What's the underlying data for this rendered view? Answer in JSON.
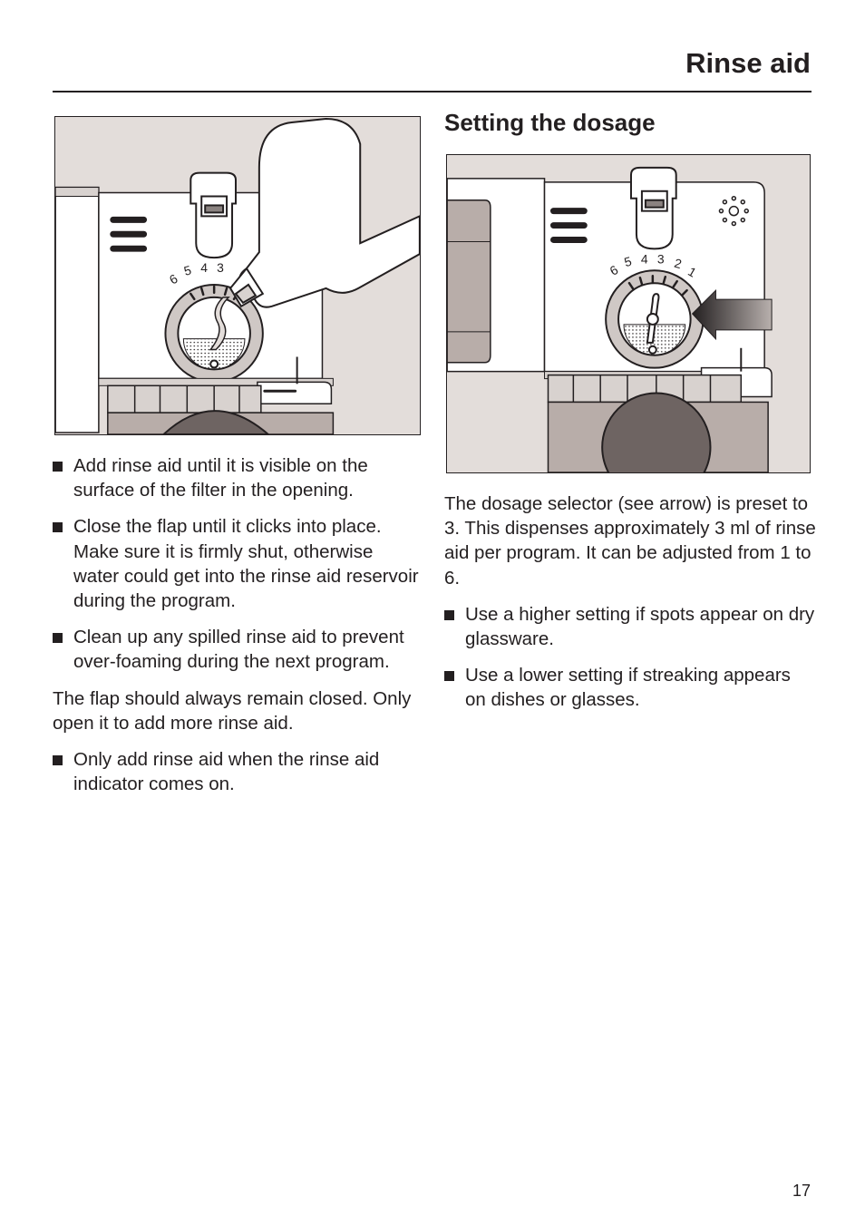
{
  "header": {
    "title": "Rinse aid"
  },
  "left_column": {
    "figure": {
      "dial_numbers": [
        "6",
        "5",
        "4",
        "3"
      ]
    },
    "bullets_1": [
      "Add rinse aid until it is visible on the surface of the filter in the opening.",
      "Close the flap until it clicks into place. Make sure it is firmly shut, otherwise water could get into the rinse aid reservoir during the program.",
      "Clean up any spilled rinse aid to prevent over-foaming during the next program."
    ],
    "paragraph": "The flap should always remain closed. Only open it to add more rinse aid.",
    "bullets_2": [
      "Only add rinse aid when the rinse aid indicator comes on."
    ]
  },
  "right_column": {
    "heading": "Setting the dosage",
    "figure": {
      "dial_numbers": [
        "6",
        "5",
        "4",
        "3",
        "2",
        "1"
      ]
    },
    "paragraph": "The dosage selector (see arrow) is preset to 3. This dispenses approximately 3 ml of rinse aid per program. It can be adjusted from 1 to 6.",
    "bullets": [
      "Use a higher setting if spots appear on dry glassware.",
      "Use a lower setting if streaking appears on dishes or glasses."
    ]
  },
  "footer": {
    "page_number": "17"
  }
}
